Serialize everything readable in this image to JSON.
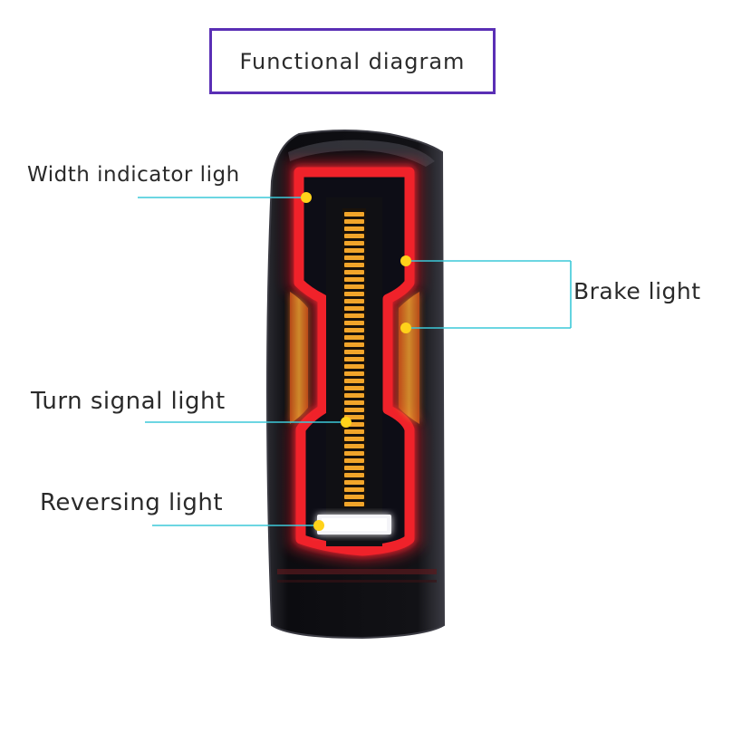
{
  "title": "Functional diagram",
  "labels": {
    "width_indicator": "Width indicator ligh",
    "brake": "Brake light",
    "turn_signal": "Turn signal light",
    "reversing": "Reversing light"
  },
  "colors": {
    "title_border": "#5a2fb5",
    "leader_line": "#3cc9d9",
    "marker_dot": "#ffd21a",
    "lamp_red": "#e0202a",
    "lamp_amber": "#e8a21c",
    "lamp_housing": "#1a1a1e"
  }
}
